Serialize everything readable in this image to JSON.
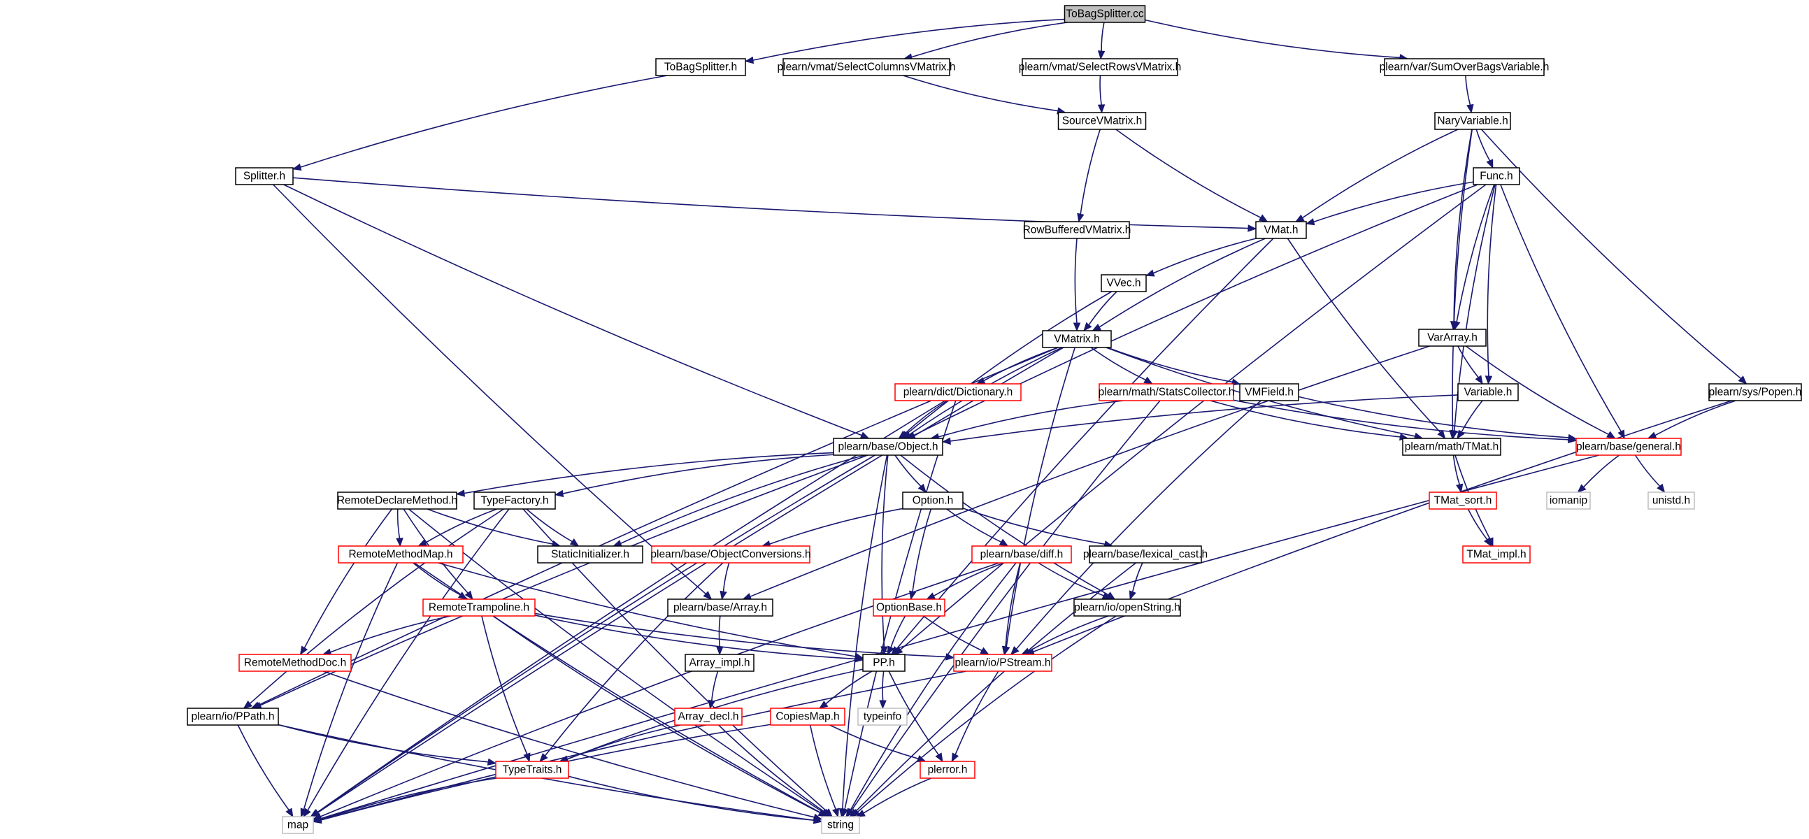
{
  "colors": {
    "edge": "#191970",
    "node_normal_border": "#000000",
    "node_truncated_border": "#ff0000",
    "node_external_border": "#bfbfbf",
    "root_fill": "#bfbfbf",
    "node_fill": "#ffffff"
  },
  "nodes": [
    {
      "id": "root",
      "label": "ToBagSplitter.cc",
      "kind": "root"
    },
    {
      "id": "tobagsplitter_h",
      "label": "ToBagSplitter.h",
      "kind": "normal"
    },
    {
      "id": "selectcolumns",
      "label": "plearn/vmat/SelectColumnsVMatrix.h",
      "kind": "normal"
    },
    {
      "id": "selectrows",
      "label": "plearn/vmat/SelectRowsVMatrix.h",
      "kind": "normal"
    },
    {
      "id": "sumoverbags",
      "label": "plearn/var/SumOverBagsVariable.h",
      "kind": "normal"
    },
    {
      "id": "sourcevmatrix",
      "label": "SourceVMatrix.h",
      "kind": "normal"
    },
    {
      "id": "naryvariable",
      "label": "NaryVariable.h",
      "kind": "normal"
    },
    {
      "id": "splitter",
      "label": "Splitter.h",
      "kind": "normal"
    },
    {
      "id": "func",
      "label": "Func.h",
      "kind": "normal"
    },
    {
      "id": "rowbuffered",
      "label": "RowBufferedVMatrix.h",
      "kind": "normal"
    },
    {
      "id": "vmat",
      "label": "VMat.h",
      "kind": "normal"
    },
    {
      "id": "vvec",
      "label": "VVec.h",
      "kind": "normal"
    },
    {
      "id": "vararray",
      "label": "VarArray.h",
      "kind": "normal"
    },
    {
      "id": "vmatrix",
      "label": "VMatrix.h",
      "kind": "normal"
    },
    {
      "id": "dictionary",
      "label": "plearn/dict/Dictionary.h",
      "kind": "truncated"
    },
    {
      "id": "statscollector",
      "label": "plearn/math/StatsCollector.h",
      "kind": "truncated"
    },
    {
      "id": "vmfield",
      "label": "VMField.h",
      "kind": "normal"
    },
    {
      "id": "variable",
      "label": "Variable.h",
      "kind": "normal"
    },
    {
      "id": "popen",
      "label": "plearn/sys/Popen.h",
      "kind": "normal"
    },
    {
      "id": "object",
      "label": "plearn/base/Object.h",
      "kind": "normal"
    },
    {
      "id": "tmat",
      "label": "plearn/math/TMat.h",
      "kind": "normal"
    },
    {
      "id": "general",
      "label": "plearn/base/general.h",
      "kind": "truncated"
    },
    {
      "id": "remotedeclare",
      "label": "RemoteDeclareMethod.h",
      "kind": "normal"
    },
    {
      "id": "typefactory",
      "label": "TypeFactory.h",
      "kind": "normal"
    },
    {
      "id": "option",
      "label": "Option.h",
      "kind": "normal"
    },
    {
      "id": "tmatsort",
      "label": "TMat_sort.h",
      "kind": "truncated"
    },
    {
      "id": "iomanip",
      "label": "iomanip",
      "kind": "external"
    },
    {
      "id": "unistd",
      "label": "unistd.h",
      "kind": "external"
    },
    {
      "id": "remotemethodmap",
      "label": "RemoteMethodMap.h",
      "kind": "truncated"
    },
    {
      "id": "staticinit",
      "label": "StaticInitializer.h",
      "kind": "normal"
    },
    {
      "id": "objectconv",
      "label": "plearn/base/ObjectConversions.h",
      "kind": "truncated"
    },
    {
      "id": "diff",
      "label": "plearn/base/diff.h",
      "kind": "truncated"
    },
    {
      "id": "lexicalcast",
      "label": "plearn/base/lexical_cast.h",
      "kind": "normal"
    },
    {
      "id": "tmatimpl",
      "label": "TMat_impl.h",
      "kind": "truncated"
    },
    {
      "id": "remotetrampoline",
      "label": "RemoteTrampoline.h",
      "kind": "truncated"
    },
    {
      "id": "array",
      "label": "plearn/base/Array.h",
      "kind": "normal"
    },
    {
      "id": "optionbase",
      "label": "OptionBase.h",
      "kind": "truncated"
    },
    {
      "id": "openstring",
      "label": "plearn/io/openString.h",
      "kind": "normal"
    },
    {
      "id": "remotemethoddoc",
      "label": "RemoteMethodDoc.h",
      "kind": "truncated"
    },
    {
      "id": "arrayimpl",
      "label": "Array_impl.h",
      "kind": "normal"
    },
    {
      "id": "pp",
      "label": "PP.h",
      "kind": "normal"
    },
    {
      "id": "pstream",
      "label": "plearn/io/PStream.h",
      "kind": "truncated"
    },
    {
      "id": "arraydecl",
      "label": "Array_decl.h",
      "kind": "truncated"
    },
    {
      "id": "copiesmap",
      "label": "CopiesMap.h",
      "kind": "truncated"
    },
    {
      "id": "typeinfo",
      "label": "typeinfo",
      "kind": "external"
    },
    {
      "id": "ppath",
      "label": "plearn/io/PPath.h",
      "kind": "normal"
    },
    {
      "id": "typetraits",
      "label": "TypeTraits.h",
      "kind": "truncated"
    },
    {
      "id": "plerror",
      "label": "plerror.h",
      "kind": "truncated"
    },
    {
      "id": "map",
      "label": "map",
      "kind": "external"
    },
    {
      "id": "string",
      "label": "string",
      "kind": "external"
    }
  ],
  "edges": [
    [
      "root",
      "tobagsplitter_h"
    ],
    [
      "root",
      "selectcolumns"
    ],
    [
      "root",
      "selectrows"
    ],
    [
      "root",
      "sumoverbags"
    ],
    [
      "tobagsplitter_h",
      "splitter"
    ],
    [
      "selectcolumns",
      "sourcevmatrix"
    ],
    [
      "selectrows",
      "sourcevmatrix"
    ],
    [
      "sumoverbags",
      "naryvariable"
    ],
    [
      "sourcevmatrix",
      "rowbuffered"
    ],
    [
      "sourcevmatrix",
      "vmat"
    ],
    [
      "naryvariable",
      "vmat"
    ],
    [
      "naryvariable",
      "func"
    ],
    [
      "naryvariable",
      "vararray"
    ],
    [
      "naryvariable",
      "tmat"
    ],
    [
      "naryvariable",
      "popen"
    ],
    [
      "splitter",
      "vmat"
    ],
    [
      "splitter",
      "object"
    ],
    [
      "splitter",
      "array"
    ],
    [
      "func",
      "vmat"
    ],
    [
      "func",
      "object"
    ],
    [
      "func",
      "vararray"
    ],
    [
      "func",
      "variable"
    ],
    [
      "func",
      "tmat"
    ],
    [
      "func",
      "general"
    ],
    [
      "func",
      "pp"
    ],
    [
      "rowbuffered",
      "vmatrix"
    ],
    [
      "vmat",
      "vvec"
    ],
    [
      "vmat",
      "vmatrix"
    ],
    [
      "vmat",
      "tmat"
    ],
    [
      "vmat",
      "pp"
    ],
    [
      "vvec",
      "vmatrix"
    ],
    [
      "vvec",
      "object"
    ],
    [
      "vararray",
      "variable"
    ],
    [
      "vararray",
      "general"
    ],
    [
      "vararray",
      "array"
    ],
    [
      "vmatrix",
      "dictionary"
    ],
    [
      "vmatrix",
      "statscollector"
    ],
    [
      "vmatrix",
      "vmfield"
    ],
    [
      "vmatrix",
      "object"
    ],
    [
      "vmatrix",
      "tmat"
    ],
    [
      "vmatrix",
      "map"
    ],
    [
      "vmatrix",
      "ppath"
    ],
    [
      "vmatrix",
      "pstream"
    ],
    [
      "dictionary",
      "object"
    ],
    [
      "dictionary",
      "map"
    ],
    [
      "dictionary",
      "string"
    ],
    [
      "statscollector",
      "object"
    ],
    [
      "statscollector",
      "tmat"
    ],
    [
      "statscollector",
      "general"
    ],
    [
      "statscollector",
      "string"
    ],
    [
      "vmfield",
      "general"
    ],
    [
      "vmfield",
      "pstream"
    ],
    [
      "variable",
      "object"
    ],
    [
      "variable",
      "tmat"
    ],
    [
      "popen",
      "general"
    ],
    [
      "popen",
      "pstream"
    ],
    [
      "object",
      "remotedeclare"
    ],
    [
      "object",
      "typefactory"
    ],
    [
      "object",
      "option"
    ],
    [
      "object",
      "staticinit"
    ],
    [
      "object",
      "pp"
    ],
    [
      "object",
      "openstring"
    ],
    [
      "object",
      "map"
    ],
    [
      "object",
      "string"
    ],
    [
      "object",
      "ppath"
    ],
    [
      "tmat",
      "tmatsort"
    ],
    [
      "tmat",
      "tmatimpl"
    ],
    [
      "general",
      "iomanip"
    ],
    [
      "general",
      "unistd"
    ],
    [
      "general",
      "map"
    ],
    [
      "tmatsort",
      "tmatimpl"
    ],
    [
      "remotedeclare",
      "remotemethodmap"
    ],
    [
      "remotedeclare",
      "remotetrampoline"
    ],
    [
      "remotedeclare",
      "remotemethoddoc"
    ],
    [
      "remotedeclare",
      "staticinit"
    ],
    [
      "remotedeclare",
      "string"
    ],
    [
      "typefactory",
      "remotemethodmap"
    ],
    [
      "typefactory",
      "staticinit"
    ],
    [
      "typefactory",
      "ppath"
    ],
    [
      "typefactory",
      "string"
    ],
    [
      "typefactory",
      "map"
    ],
    [
      "option",
      "objectconv"
    ],
    [
      "option",
      "optionbase"
    ],
    [
      "option",
      "diff"
    ],
    [
      "option",
      "lexicalcast"
    ],
    [
      "remotemethodmap",
      "remotetrampoline"
    ],
    [
      "remotemethodmap",
      "pp"
    ],
    [
      "remotemethodmap",
      "map"
    ],
    [
      "remotemethodmap",
      "string"
    ],
    [
      "objectconv",
      "array"
    ],
    [
      "objectconv",
      "typetraits"
    ],
    [
      "diff",
      "optionbase"
    ],
    [
      "diff",
      "openstring"
    ],
    [
      "diff",
      "pstream"
    ],
    [
      "diff",
      "map"
    ],
    [
      "diff",
      "string"
    ],
    [
      "lexicalcast",
      "openstring"
    ],
    [
      "lexicalcast",
      "string"
    ],
    [
      "remotetrampoline",
      "remotemethoddoc"
    ],
    [
      "remotetrampoline",
      "pp"
    ],
    [
      "remotetrampoline",
      "pstream"
    ],
    [
      "remotetrampoline",
      "typetraits"
    ],
    [
      "remotetrampoline",
      "string"
    ],
    [
      "array",
      "arrayimpl"
    ],
    [
      "optionbase",
      "pp"
    ],
    [
      "optionbase",
      "pstream"
    ],
    [
      "openstring",
      "pstream"
    ],
    [
      "openstring",
      "string"
    ],
    [
      "remotemethoddoc",
      "string"
    ],
    [
      "arrayimpl",
      "arraydecl"
    ],
    [
      "pp",
      "copiesmap"
    ],
    [
      "pp",
      "typeinfo"
    ],
    [
      "pp",
      "plerror"
    ],
    [
      "pp",
      "typetraits"
    ],
    [
      "pstream",
      "plerror"
    ],
    [
      "pstream",
      "map"
    ],
    [
      "arraydecl",
      "typetraits"
    ],
    [
      "arraydecl",
      "string"
    ],
    [
      "copiesmap",
      "plerror"
    ],
    [
      "copiesmap",
      "map"
    ],
    [
      "copiesmap",
      "string"
    ],
    [
      "ppath",
      "typetraits"
    ],
    [
      "ppath",
      "map"
    ],
    [
      "ppath",
      "string"
    ],
    [
      "typetraits",
      "map"
    ],
    [
      "typetraits",
      "string"
    ],
    [
      "plerror",
      "string"
    ]
  ]
}
